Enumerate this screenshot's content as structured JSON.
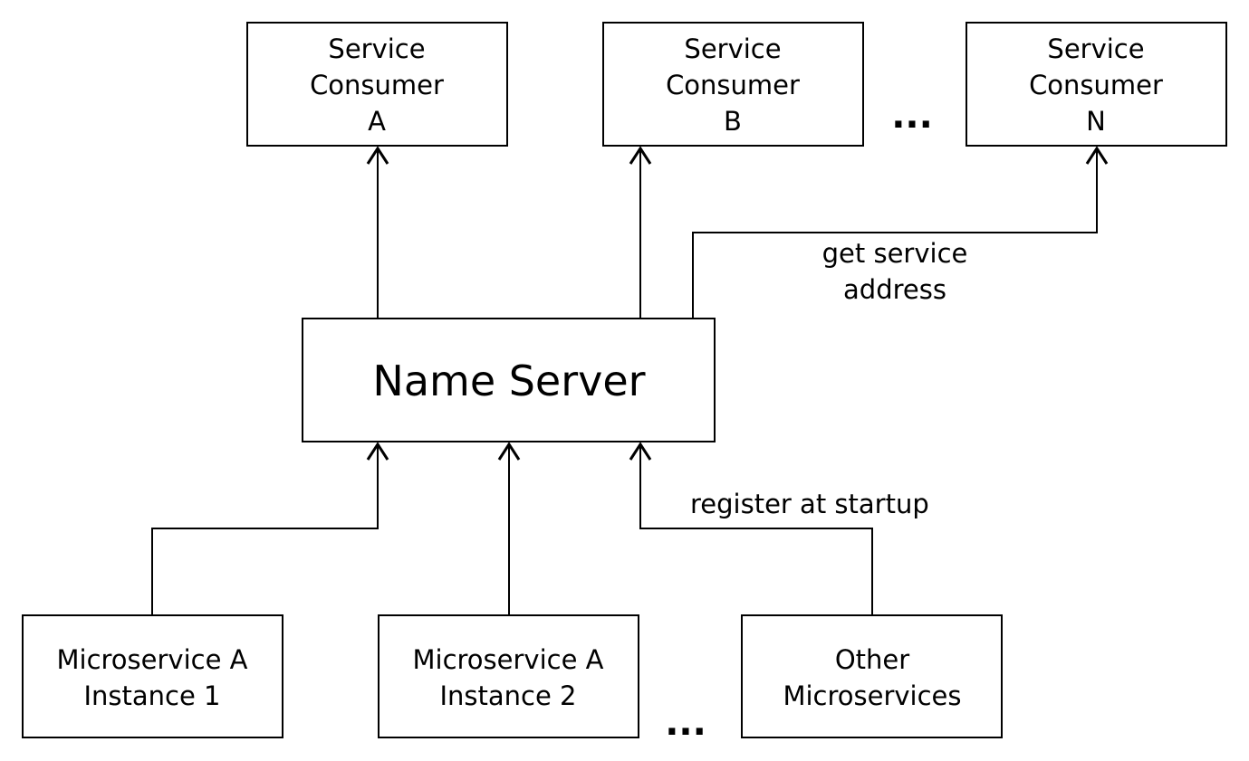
{
  "name_server": {
    "label": "Name Server"
  },
  "consumers": [
    {
      "lines": [
        "Service",
        "Consumer",
        "A"
      ]
    },
    {
      "lines": [
        "Service",
        "Consumer",
        "B"
      ]
    },
    {
      "lines": [
        "Service",
        "Consumer",
        "N"
      ]
    }
  ],
  "consumer_ellipsis": "...",
  "microservices": [
    {
      "lines": [
        "Microservice A",
        "Instance 1"
      ]
    },
    {
      "lines": [
        "Microservice A",
        "Instance 2"
      ]
    },
    {
      "lines": [
        "Other",
        "Microservices"
      ]
    }
  ],
  "microservice_ellipsis": "...",
  "edge_labels": {
    "get_service_address": [
      "get service",
      "address"
    ],
    "register_at_startup": "register at startup"
  },
  "colors": {
    "stroke": "#000000",
    "background": "#ffffff"
  }
}
